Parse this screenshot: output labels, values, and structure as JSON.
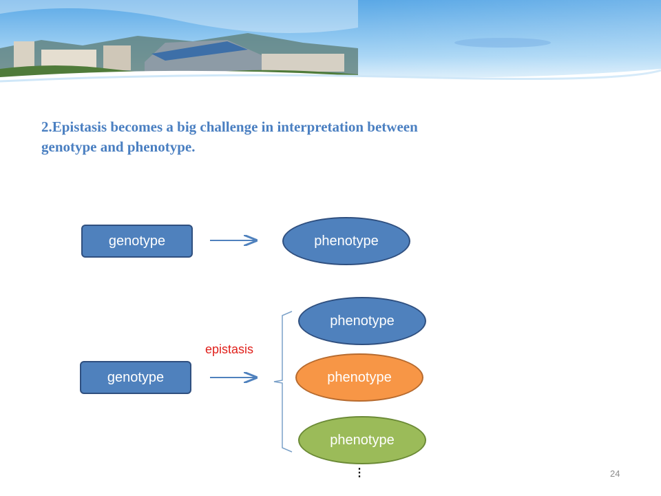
{
  "slide": {
    "title_lines": [
      "2.Epistasis becomes a big challenge in interpretation between",
      "genotype and phenotype."
    ],
    "page_number": "24",
    "ellipsis": "⋮"
  },
  "diagram_top": {
    "genotype_label": "genotype",
    "phenotype_label": "phenotype"
  },
  "diagram_bottom": {
    "genotype_label": "genotype",
    "epistasis_label": "epistasis",
    "phenotypes": [
      {
        "label": "phenotype",
        "color": "#4f81bd"
      },
      {
        "label": "phenotype",
        "color": "#f79646"
      },
      {
        "label": "phenotype",
        "color": "#9bbb59"
      }
    ]
  },
  "colors": {
    "title": "#4a7fc1",
    "box_fill": "#4f81bd",
    "arrow": "#4f81bd",
    "epistasis_text": "#e0201b"
  }
}
